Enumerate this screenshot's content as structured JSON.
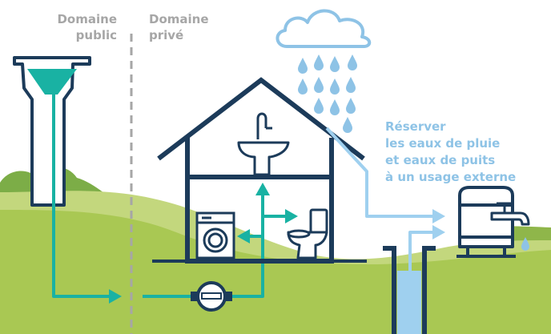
{
  "labels": {
    "public_domain": [
      "Domaine",
      "public"
    ],
    "private_domain": [
      "Domaine",
      "privé"
    ],
    "rainwater_note": [
      "Réserver",
      "les eaux de pluie",
      "et eaux de puits",
      "à un usage externe"
    ]
  },
  "colors": {
    "ground_light": "#c3d77d",
    "ground_mid": "#a9c853",
    "ground_dark": "#8fb64a",
    "hill": "#7cad47",
    "navy": "#1c3b5a",
    "teal_pipe": "#19b2a3",
    "light_blue": "#9fd0ef",
    "rain": "#8ec3e6",
    "label_grey": "#a6a6a6"
  },
  "icons": [
    "water-tower-icon",
    "water-meter-icon",
    "house-icon",
    "sink-icon",
    "washing-machine-icon",
    "toilet-icon",
    "rain-cloud-icon",
    "rain-drop-icon",
    "well-icon",
    "rain-tank-icon",
    "tap-icon"
  ]
}
